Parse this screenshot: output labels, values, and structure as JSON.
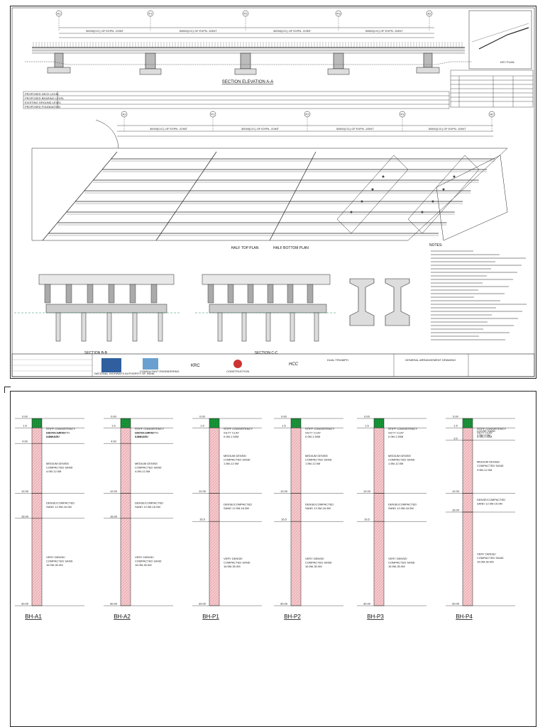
{
  "sheet1": {
    "section_title": "SECTION ELEVATION A-A",
    "plan_titles": [
      "HALF TOP PLAN",
      "HALF BOTTOM PLAN"
    ],
    "sections": [
      "SECTION B-B",
      "SECTION C-C"
    ],
    "key_plan": "KEY PLAN",
    "grid_labels": [
      "A1",
      "P1",
      "P2",
      "P3",
      "A2"
    ],
    "span_label": "30000(C/C) OF EXPN. JOINT",
    "row_labels": [
      "PROPOSED DECK LEVEL",
      "PROPOSED BEARING LEVEL",
      "EXISTING GROUND LEVEL",
      "PROPOSED FOUNDATION"
    ],
    "notes_title": "NOTES:",
    "title_block": {
      "logos": [
        "NATIONAL HIGHWAYS AUTHORITY OF INDIA",
        "CONSULTANT ENGINEERING",
        "KRC",
        "CONSTRUCTION",
        "HCC",
        "DUAL TRIUMPH"
      ],
      "drawing_title": "GENERAL ARRANGEMENT DRAWING"
    }
  },
  "sheet2": {
    "boreholes": [
      {
        "name": "BH-A1",
        "depth_labels": [
          "0.00",
          "1.5",
          "4.00",
          "12.00",
          "16.00",
          "30.00"
        ],
        "layers": [
          "STIFF CONSISTENCY SILTY CLAY WITH KANKAR",
          "LOOSE SAND 1.5M-4.0M",
          "MEDIUM DENSE/ COMPACTED SAND 4.0M-12.0M",
          "DENSE/COMPACTED SAND 12.0M-16.0M",
          "VERY DENSE/ COMPACTED SAND 16.0M-30.0M"
        ]
      },
      {
        "name": "BH-A2",
        "depth_labels": [
          "0.00",
          "1.5",
          "4.00",
          "12.00",
          "16.00",
          "30.00"
        ],
        "layers": [
          "STIFF CONSISTENCY SILTY CLAY WITH KANKAR",
          "LOOSE SAND 1.5M-4.0M",
          "MEDIUM DENSE/ COMPACTED SAND 4.0M-12.0M",
          "DENSE/COMPACTED SAND 12.0M-16.0M",
          "VERY DENSE/ COMPACTED SAND 16.0M-30.0M"
        ]
      },
      {
        "name": "BH-P1",
        "depth_labels": [
          "0.00",
          "1.5",
          "12.00",
          "16.5",
          "30.00"
        ],
        "layers": [
          "STIFF CONSISTENCY SILTY CLAY 0.0M-1.50M",
          "MEDIUM DENSE/ COMPACTED SAND 1.5M-12.0M",
          "DENSE/COMPACTED SAND 12.0M-16.5M",
          "VERY DENSE/ COMPACTED SAND 16.5M-30.0M"
        ]
      },
      {
        "name": "BH-P2",
        "depth_labels": [
          "0.00",
          "1.5",
          "12.00",
          "16.5",
          "30.00"
        ],
        "layers": [
          "STIFF CONSISTENCY SILTY CLAY 0.0M-1.50M",
          "MEDIUM DENSE/ COMPACTED SAND 1.5M-12.0M",
          "DENSE/COMPACTED SAND 12.0M-16.5M",
          "VERY DENSE/ COMPACTED SAND 16.5M-30.0M"
        ]
      },
      {
        "name": "BH-P3",
        "depth_labels": [
          "0.00",
          "1.5",
          "12.00",
          "16.5",
          "30.00"
        ],
        "layers": [
          "STIFF CONSISTENCY SILTY CLAY 0.0M-1.50M",
          "MEDIUM DENSE/ COMPACTED SAND 1.5M-12.0M",
          "DENSE/COMPACTED SAND 12.0M-16.5M",
          "VERY DENSE/ COMPACTED SAND 16.5M-30.0M"
        ]
      },
      {
        "name": "BH-P4",
        "depth_labels": [
          "0.00",
          "1.5",
          "3.5",
          "12.00",
          "15.00",
          "30.00"
        ],
        "layers": [
          "STIFF CONSISTENCY SILTY CLAY 0.0M-1.50M",
          "LOOSE SAND 1.5M-3.5M",
          "MEDIUM DENSE/ COMPACTED SAND 3.5M-12.0M",
          "DENSE/COMPACTED SAND 12.0M-15.0M",
          "VERY DENSE/ COMPACTED SAND 15.0M-30.0M"
        ]
      }
    ]
  },
  "colors": {
    "clay_fill": "#1a9a3a",
    "sand_fill": "#f3c9cc",
    "sand_hatch": "#d8606a",
    "line": "#222222"
  }
}
